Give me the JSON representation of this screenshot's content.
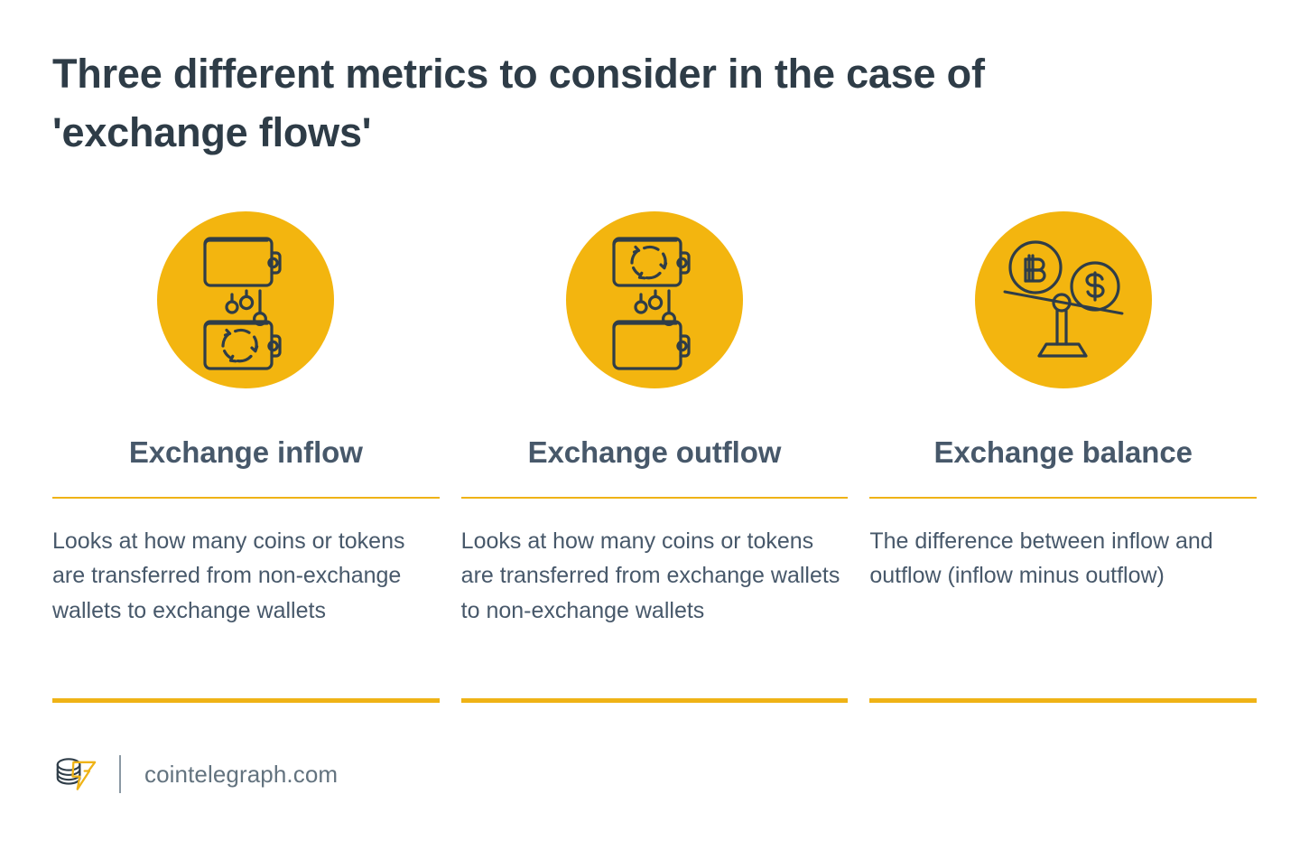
{
  "page": {
    "title": "Three different metrics to consider in the case of 'exchange flows'",
    "background_color": "#ffffff",
    "accent_color": "#f3b50f",
    "text_color": "#47586a",
    "title_color": "#2e3c47"
  },
  "columns": [
    {
      "icon_name": "inflow-wallets-icon",
      "heading": "Exchange inflow",
      "body": "Looks at how many coins or tokens are transferred from non-exchange wallets to exchange wallets"
    },
    {
      "icon_name": "outflow-wallets-icon",
      "heading": "Exchange outflow",
      "body": "Looks at how many coins or tokens are transferred from exchange wallets to non-exchange wallets"
    },
    {
      "icon_name": "balance-scale-icon",
      "heading": "Exchange balance",
      "body": "The difference between inflow and outflow (inflow minus outflow)"
    }
  ],
  "footer": {
    "logo_name": "cointelegraph-logo",
    "site": "cointelegraph.com"
  }
}
